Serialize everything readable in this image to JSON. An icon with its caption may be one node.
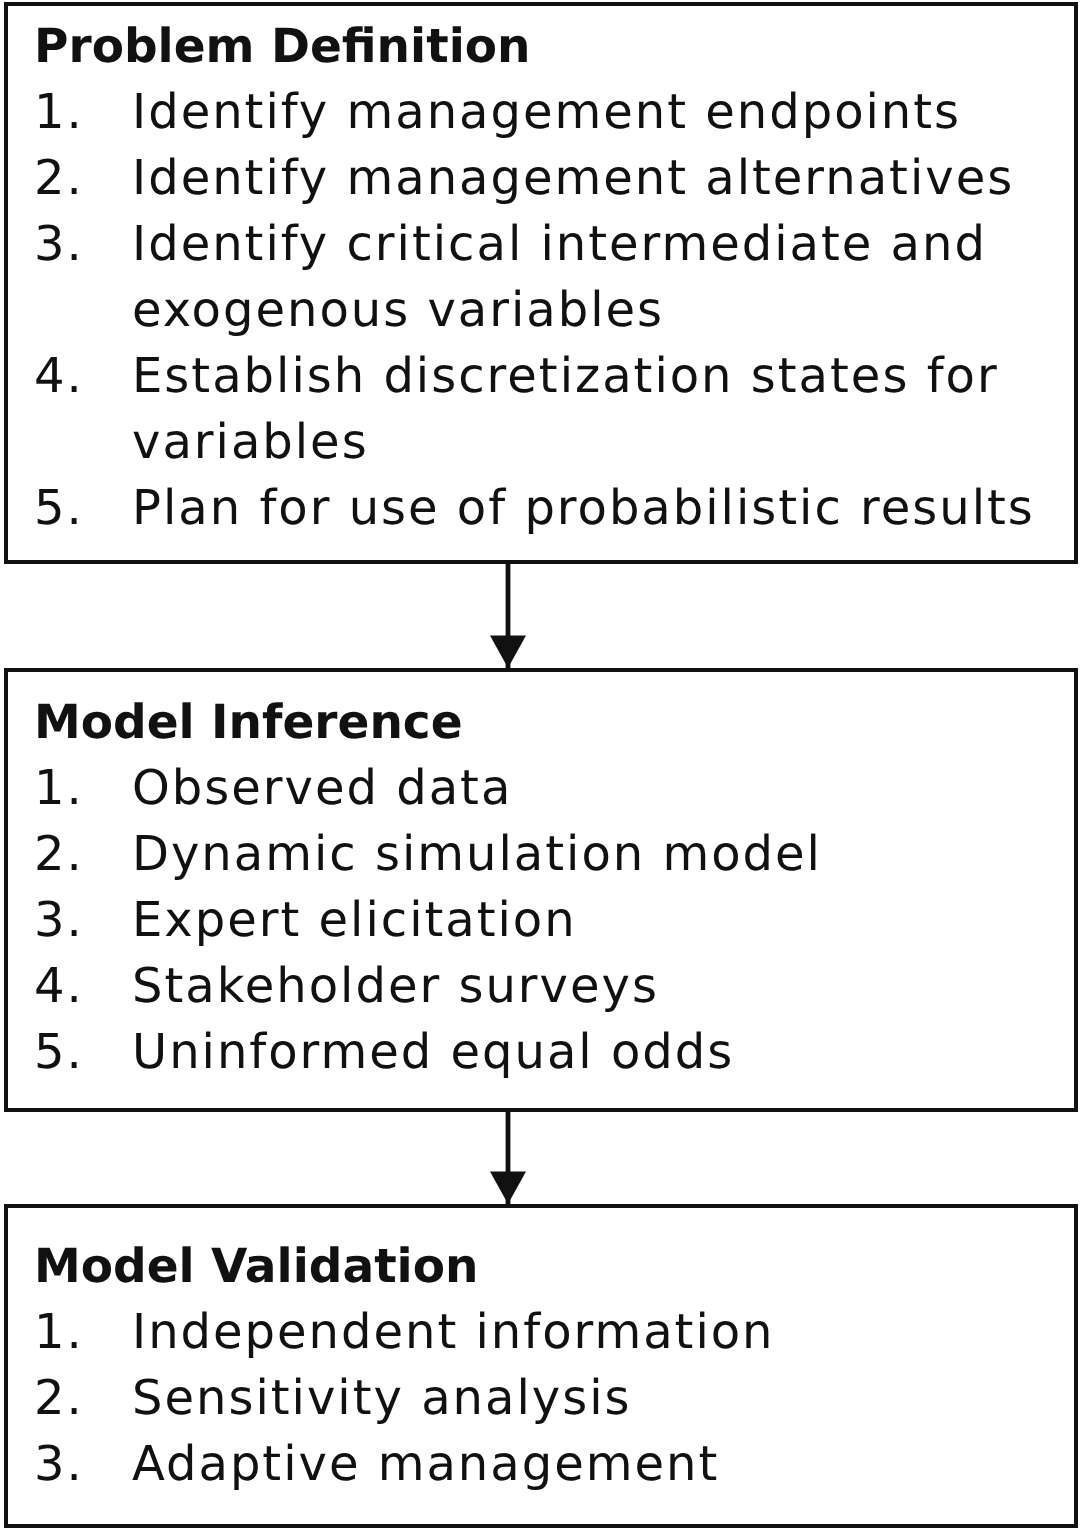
{
  "diagram": {
    "nodes": [
      {
        "text": [
          "Problem Definition",
          "1.",
          "Identify management endpoints",
          "2.",
          "Identify management alternatives",
          "3.",
          "Identify critical intermediate and exogenous variables",
          "4.",
          "Establish discretization states for variables",
          "5.",
          "Plan for use of probabilistic results"
        ]
      },
      {
        "text": [
          "Model Inference",
          "1.",
          "Observed data",
          "2.",
          "Dynamic simulation model",
          "3.",
          "Expert elicitation",
          "4.",
          "Stakeholder surveys",
          "5.",
          "Uninformed equal odds"
        ]
      },
      {
        "text": [
          "Model Validation",
          "1.",
          "Independent information",
          "2.",
          "Sensitivity analysis",
          "3.",
          "Adaptive management"
        ]
      }
    ],
    "edges": [
      {
        "from": 0,
        "to": 1,
        "arrow": "to"
      },
      {
        "from": 1,
        "to": 2,
        "arrow": "to"
      }
    ]
  }
}
